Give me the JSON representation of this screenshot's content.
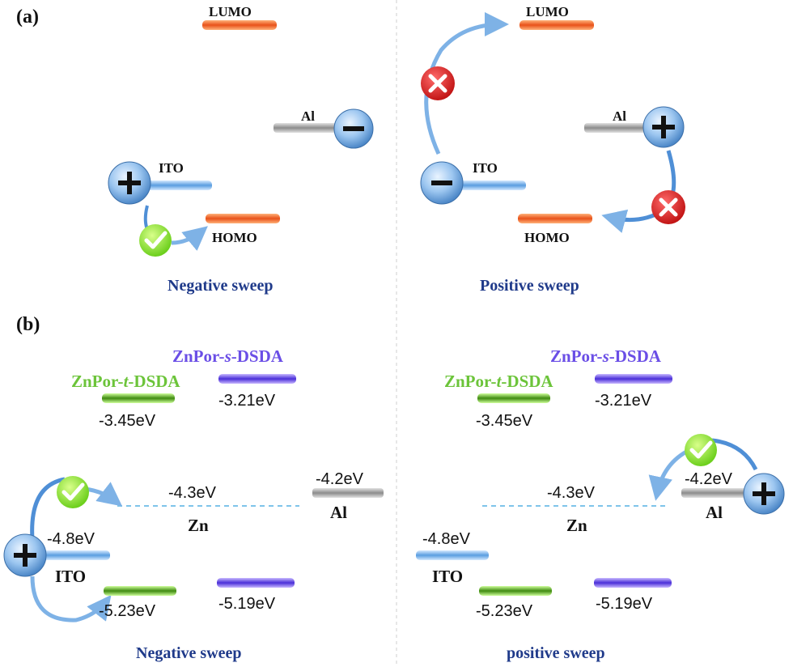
{
  "panel_a": {
    "label": "(a)",
    "left": {
      "lumo": "LUMO",
      "homo": "HOMO",
      "al": "Al",
      "ito": "ITO",
      "caption": "Negative sweep"
    },
    "right": {
      "lumo": "LUMO",
      "homo": "HOMO",
      "al": "Al",
      "ito": "ITO",
      "caption": "Positive sweep"
    }
  },
  "panel_b": {
    "label": "(b)",
    "left": {
      "s_dsda_pre": "ZnPor-",
      "s_dsda_it": "s",
      "s_dsda_post": "-DSDA",
      "t_dsda_pre": "ZnPor-",
      "t_dsda_it": "t",
      "t_dsda_post": "-DSDA",
      "lumo_t": "-3.45eV",
      "lumo_s": "-3.21eV",
      "zn_level": "-4.3eV",
      "zn": "Zn",
      "al_level": "-4.2eV",
      "al": "Al",
      "ito_level": "-4.8eV",
      "ito": "ITO",
      "homo_t": "-5.23eV",
      "homo_s": "-5.19eV",
      "caption": "Negative sweep"
    },
    "right": {
      "s_dsda_pre": "ZnPor-",
      "s_dsda_it": "s",
      "s_dsda_post": "-DSDA",
      "t_dsda_pre": "ZnPor-",
      "t_dsda_it": "t",
      "t_dsda_post": "-DSDA",
      "lumo_t": "-3.45eV",
      "lumo_s": "-3.21eV",
      "zn_level": "-4.3eV",
      "zn": "Zn",
      "al_level": "-4.2eV",
      "al": "Al",
      "ito_level": "-4.8eV",
      "ito": "ITO",
      "homo_t": "-5.23eV",
      "homo_s": "-5.19eV",
      "caption": "positive sweep"
    }
  },
  "colors": {
    "orange": "#f06a2a",
    "blue": "#6aaae8",
    "gray": "#9a9a9a",
    "green": "#5fb02a",
    "purple": "#5a3fe0",
    "navy": "#1f3a8a",
    "green_text": "#6cc43a",
    "purple_text": "#6a4ee6"
  }
}
